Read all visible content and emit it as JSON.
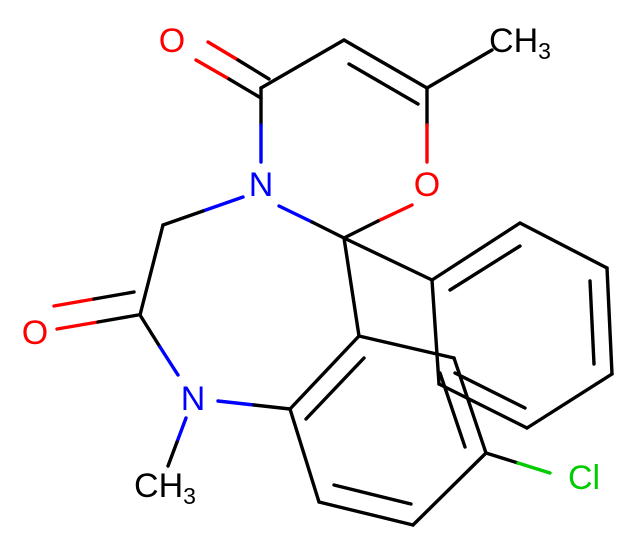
{
  "atom_labels": {
    "o_ketone_top": "O",
    "ch3_top": "CH3",
    "n_ring": "N",
    "o_ring": "O",
    "o_ketone_left": "O",
    "n_methyl": "N",
    "ch3_bottom": "CH3",
    "cl": "Cl"
  },
  "colors": {
    "carbon": "#000000",
    "oxygen": "#ff0000",
    "nitrogen": "#0000ff",
    "chlorine": "#00cc00"
  }
}
